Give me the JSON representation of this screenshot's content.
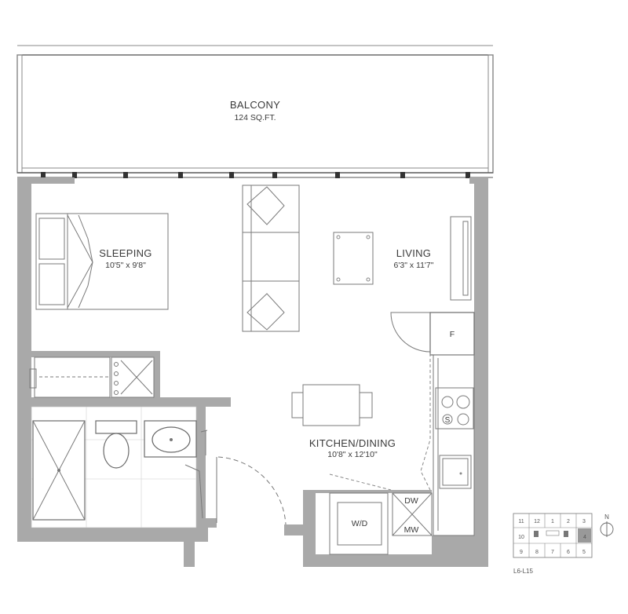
{
  "rooms": {
    "balcony": {
      "name": "BALCONY",
      "area": "124 SQ.FT."
    },
    "sleeping": {
      "name": "SLEEPING",
      "dims": "10'5\" x 9'8\""
    },
    "living": {
      "name": "LIVING",
      "dims": "6'3\" x 11'7\""
    },
    "kitchen": {
      "name": "KITCHEN/DINING",
      "dims": "10'8\" x 12'10\""
    }
  },
  "appliances": {
    "fridge": "F",
    "stove": "S",
    "dishwasher": "DW",
    "microwave": "MW",
    "washer_dryer": "W/D"
  },
  "key_plan": {
    "units_top": [
      "11",
      "12",
      "1",
      "2",
      "3"
    ],
    "units_mid_left": "10",
    "unit_highlight": "4",
    "units_bottom": [
      "9",
      "8",
      "7",
      "6",
      "5"
    ],
    "north": "N",
    "floors": "L6-L15"
  },
  "colors": {
    "wall": "#a9a9a9",
    "line": "#7a7a7a"
  }
}
